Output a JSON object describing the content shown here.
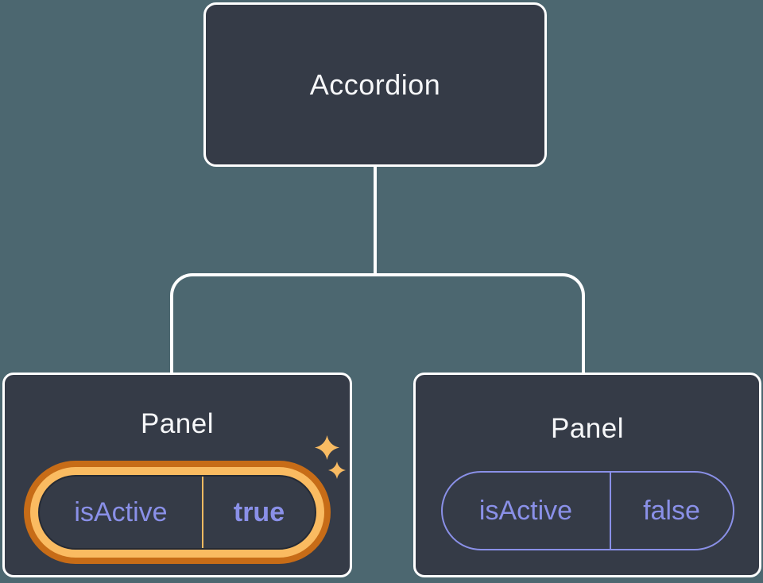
{
  "title": "Accordion component tree diagram",
  "colors": {
    "background": "#4C6770",
    "node_fill": "#353B47",
    "node_border": "#FFFFFF",
    "node_text": "#F6F7F9",
    "prop_purple": "#8A90E8",
    "highlight_dark_orange": "#C76C17",
    "highlight_light_orange": "#FABB61",
    "pill_inner_border": "#252A34",
    "sparkle": "#F8BB63"
  },
  "tree": {
    "root": {
      "label": "Accordion"
    },
    "children": [
      {
        "label": "Panel",
        "prop_name": "isActive",
        "prop_value": "true",
        "highlighted": true
      },
      {
        "label": "Panel",
        "prop_name": "isActive",
        "prop_value": "false",
        "highlighted": false
      }
    ]
  }
}
